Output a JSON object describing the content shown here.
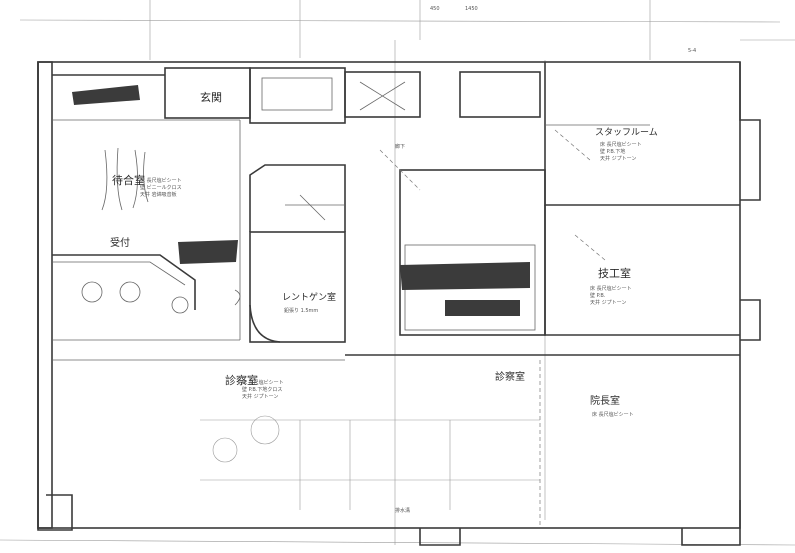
{
  "rooms": {
    "genkan": "玄関",
    "machiai": "待合室",
    "uketsuke": "受付",
    "rentogen": "レントゲン室",
    "shinsatsu_left": "診察室",
    "shinsatsu_right": "診察室",
    "staff": "スタッフルーム",
    "gikou": "技工室",
    "inchou": "院長室"
  },
  "notes": {
    "machiai_spec": [
      "床 長尺塩ビシート",
      "壁 ビニールクロス",
      "天井 岩綿吸音板"
    ],
    "shinsatsu_spec": [
      "床 長尺塩ビシート",
      "壁 P.B.下地クロス",
      "天井 ジプトーン"
    ],
    "staff_spec": [
      "床 長尺塩ビシート",
      "壁 P.B.下地",
      "天井 ジプトーン"
    ],
    "gikou_spec": [
      "床 長尺塩ビシート",
      "壁 P.B.",
      "天井 ジプトーン"
    ],
    "rentogen_spec": "鉛張り 1.5mm",
    "inchou_spec": "床 長尺塩ビシート",
    "top_dims": [
      "450",
      "1450"
    ],
    "corner_mark": "5-4",
    "bottom_mark": "排水溝",
    "center_mark": "廊下"
  }
}
